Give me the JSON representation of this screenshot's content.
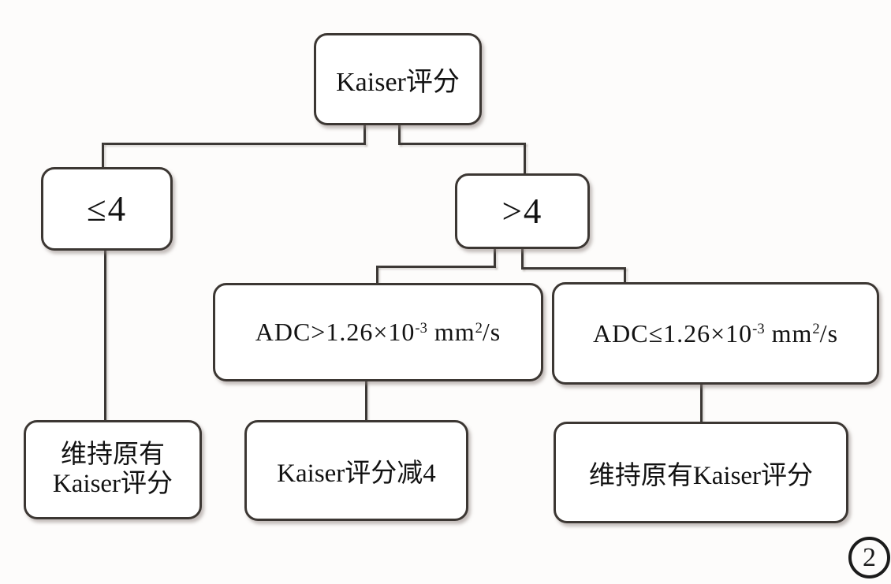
{
  "figure": {
    "number": "2",
    "type": "flowchart"
  },
  "nodes": {
    "root": {
      "label": "Kaiser评分"
    },
    "le4": {
      "label": "≤4"
    },
    "gt4": {
      "label": ">4"
    },
    "adc_high": {
      "prefix": "ADC>1.26×10",
      "exponent": "-3",
      "unit": " mm",
      "unit_exponent": "2",
      "suffix": "/s"
    },
    "adc_low": {
      "prefix": "ADC≤1.26×10",
      "exponent": "-3",
      "unit": " mm",
      "unit_exponent": "2",
      "suffix": "/s"
    },
    "keep_left": {
      "line1": "维持原有",
      "line2": "Kaiser评分"
    },
    "minus4": {
      "label": "Kaiser评分减4"
    },
    "keep_right": {
      "label": "维持原有Kaiser评分"
    }
  },
  "edges": [
    {
      "from": "root",
      "to": "le4"
    },
    {
      "from": "root",
      "to": "gt4"
    },
    {
      "from": "le4",
      "to": "keep_left"
    },
    {
      "from": "gt4",
      "to": "adc_high"
    },
    {
      "from": "gt4",
      "to": "adc_low"
    },
    {
      "from": "adc_high",
      "to": "minus4"
    },
    {
      "from": "adc_low",
      "to": "keep_right"
    }
  ],
  "colors": {
    "background": "#fdfcfb",
    "box_fill": "#ffffff",
    "border": "#3c3733",
    "line": "#3c3835",
    "text": "#121212"
  }
}
